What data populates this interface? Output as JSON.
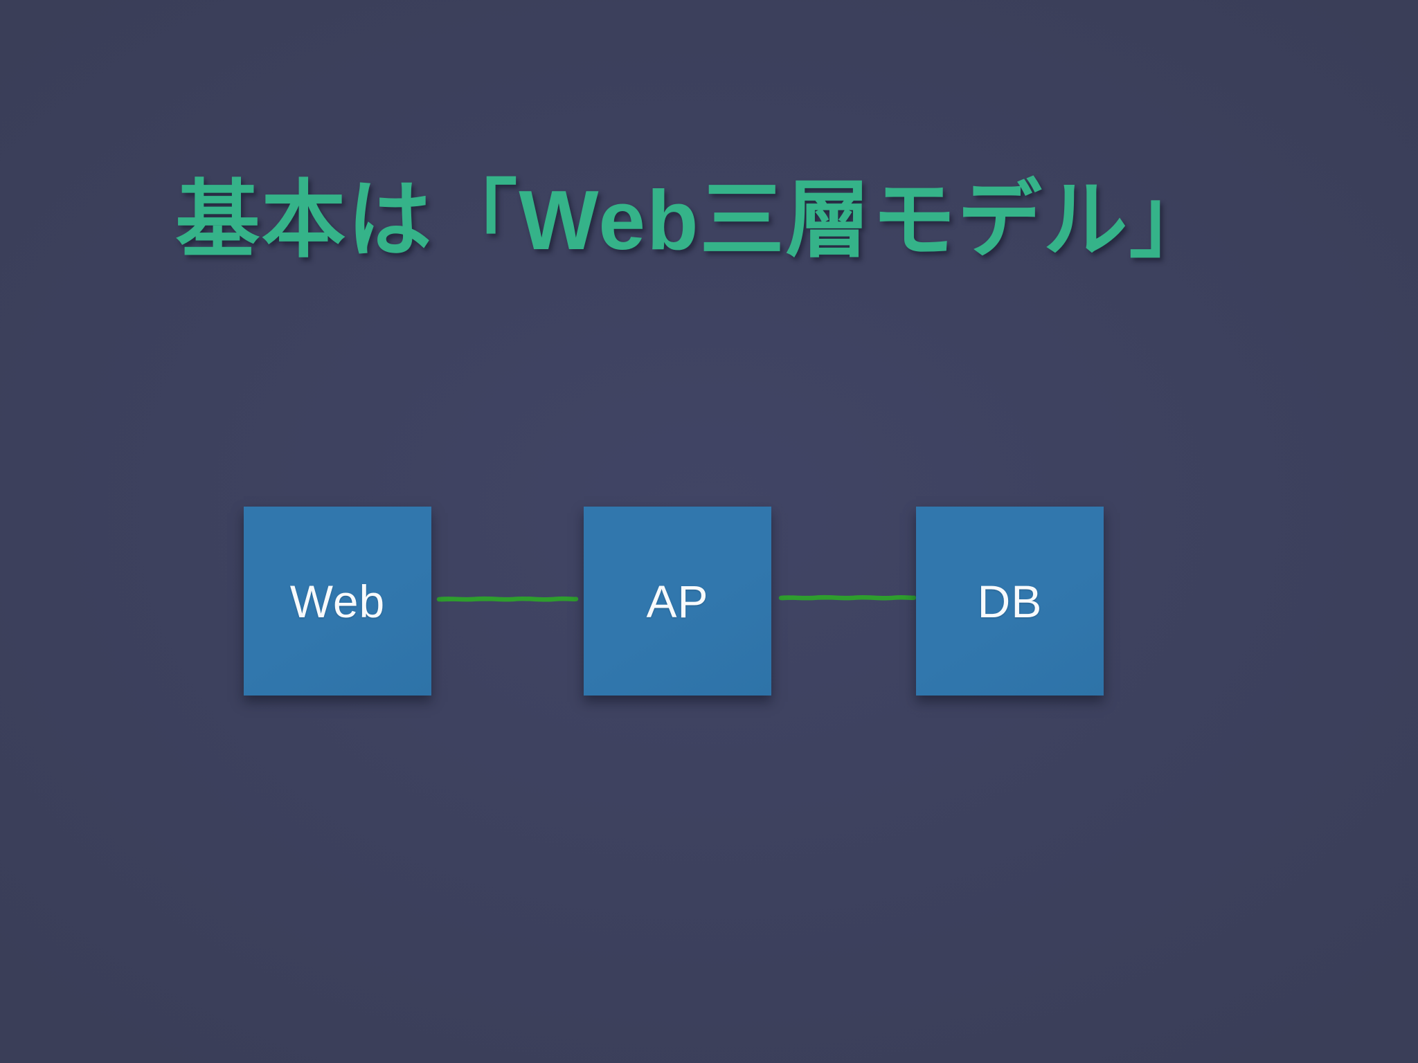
{
  "slide": {
    "title": "基本は「Web三層モデル」",
    "diagram": {
      "nodes": [
        {
          "id": "web",
          "label": "Web"
        },
        {
          "id": "ap",
          "label": "AP"
        },
        {
          "id": "db",
          "label": "DB"
        }
      ],
      "connections": [
        {
          "from": "Web",
          "to": "AP",
          "style": "hand-drawn-green-line"
        },
        {
          "from": "AP",
          "to": "DB",
          "style": "hand-drawn-green-line"
        }
      ]
    },
    "colors": {
      "background_center": "#414565",
      "background_edge": "#3a3e58",
      "title_text": "#35b389",
      "box_fill": "#3177ad",
      "box_text": "#f7fafc",
      "connector": "#2f9e2e"
    }
  }
}
